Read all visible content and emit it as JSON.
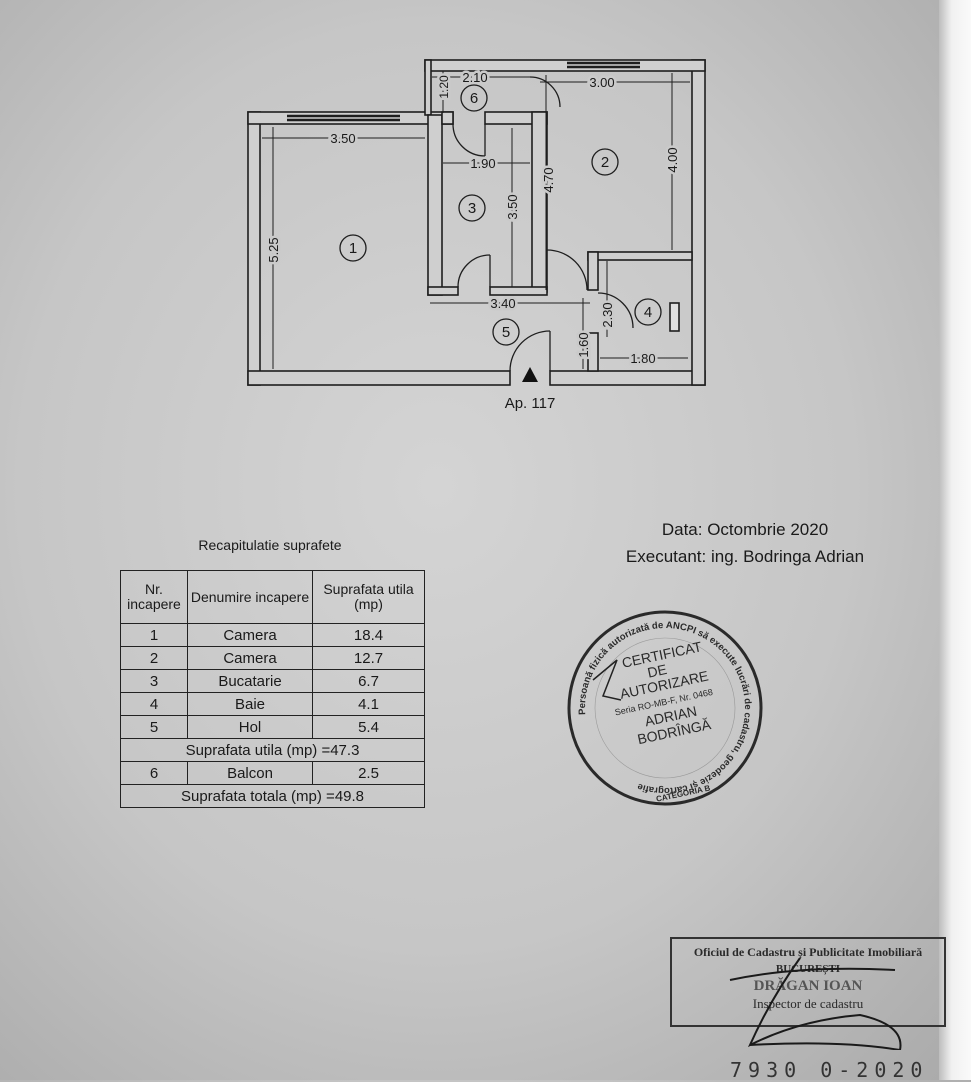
{
  "plan": {
    "rooms": [
      "1",
      "2",
      "3",
      "4",
      "5",
      "6"
    ],
    "dimensions": {
      "r1_width": "3.50",
      "r1_height": "5.25",
      "r6_width": "2.10",
      "r6_height": "1.20",
      "r2_width": "3.00",
      "r2_height": "4.00",
      "r2_side": "4.70",
      "r3_width": "1.90",
      "r3_height": "3.50",
      "r5_width": "3.40",
      "r5_height": "1.60",
      "r4_height": "2.30",
      "r4_width": "1.80"
    },
    "apartment_label": "Ap. 117"
  },
  "table": {
    "title": "Recapitulatie suprafete",
    "headers": [
      "Nr. incapere",
      "Denumire incapere",
      "Suprafata utila (mp)"
    ],
    "rows": [
      {
        "nr": "1",
        "name": "Camera",
        "area": "18.4"
      },
      {
        "nr": "2",
        "name": "Camera",
        "area": "12.7"
      },
      {
        "nr": "3",
        "name": "Bucatarie",
        "area": "6.7"
      },
      {
        "nr": "4",
        "name": "Baie",
        "area": "4.1"
      },
      {
        "nr": "5",
        "name": "Hol",
        "area": "5.4"
      }
    ],
    "subtotal": "Suprafata utila (mp) =47.3",
    "balcony": {
      "nr": "6",
      "name": "Balcon",
      "area": "2.5"
    },
    "total": "Suprafata totala (mp) =49.8"
  },
  "info": {
    "date": "Data: Octombrie 2020",
    "executant": "Executant: ing. Bodringa  Adrian"
  },
  "stamp": {
    "ring_text": "Persoană fizică autorizată de ANCPI să execute lucrări de cadastru, geodezie și cartografie",
    "line1": "CERTIFICAT",
    "line2": "DE",
    "line3": "AUTORIZARE",
    "line4": "Seria RO-MB-F, Nr. 0468",
    "line5": "ADRIAN",
    "line6": "BODRÎNGĂ",
    "category": "CATEGORIA B"
  },
  "ocpi_stamp": {
    "line1": "Oficiul de Cadastru și Publicitate Imobiliară",
    "line2": "BUCUREȘTI",
    "line3": "DRĂGAN IOAN",
    "line4": "Inspector de cadastru"
  },
  "registration_number": "7930 0-2020"
}
